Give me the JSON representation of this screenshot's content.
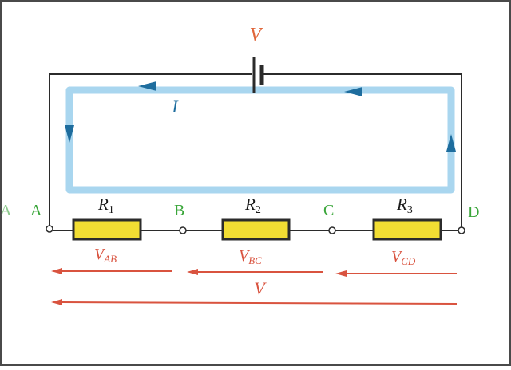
{
  "battery": {
    "label": "V"
  },
  "current": {
    "label": "I"
  },
  "nodes": {
    "a": "A",
    "b": "B",
    "c": "C",
    "d": "D",
    "edge_glyph": "A"
  },
  "resistors": [
    {
      "base": "R",
      "sub": "1"
    },
    {
      "base": "R",
      "sub": "2"
    },
    {
      "base": "R",
      "sub": "3"
    }
  ],
  "voltages": [
    {
      "base": "V",
      "sub": "AB"
    },
    {
      "base": "V",
      "sub": "BC"
    },
    {
      "base": "V",
      "sub": "CD"
    }
  ],
  "total_voltage": {
    "label": "V"
  },
  "colors": {
    "wire": "#2b2b2b",
    "loop": "#a9d6ef",
    "arrow": "#1e6d9e",
    "resistor_fill": "#f2dd33",
    "node_label": "#3aa63a",
    "voltage": "#d9533f",
    "battery_label": "#e0663a"
  }
}
